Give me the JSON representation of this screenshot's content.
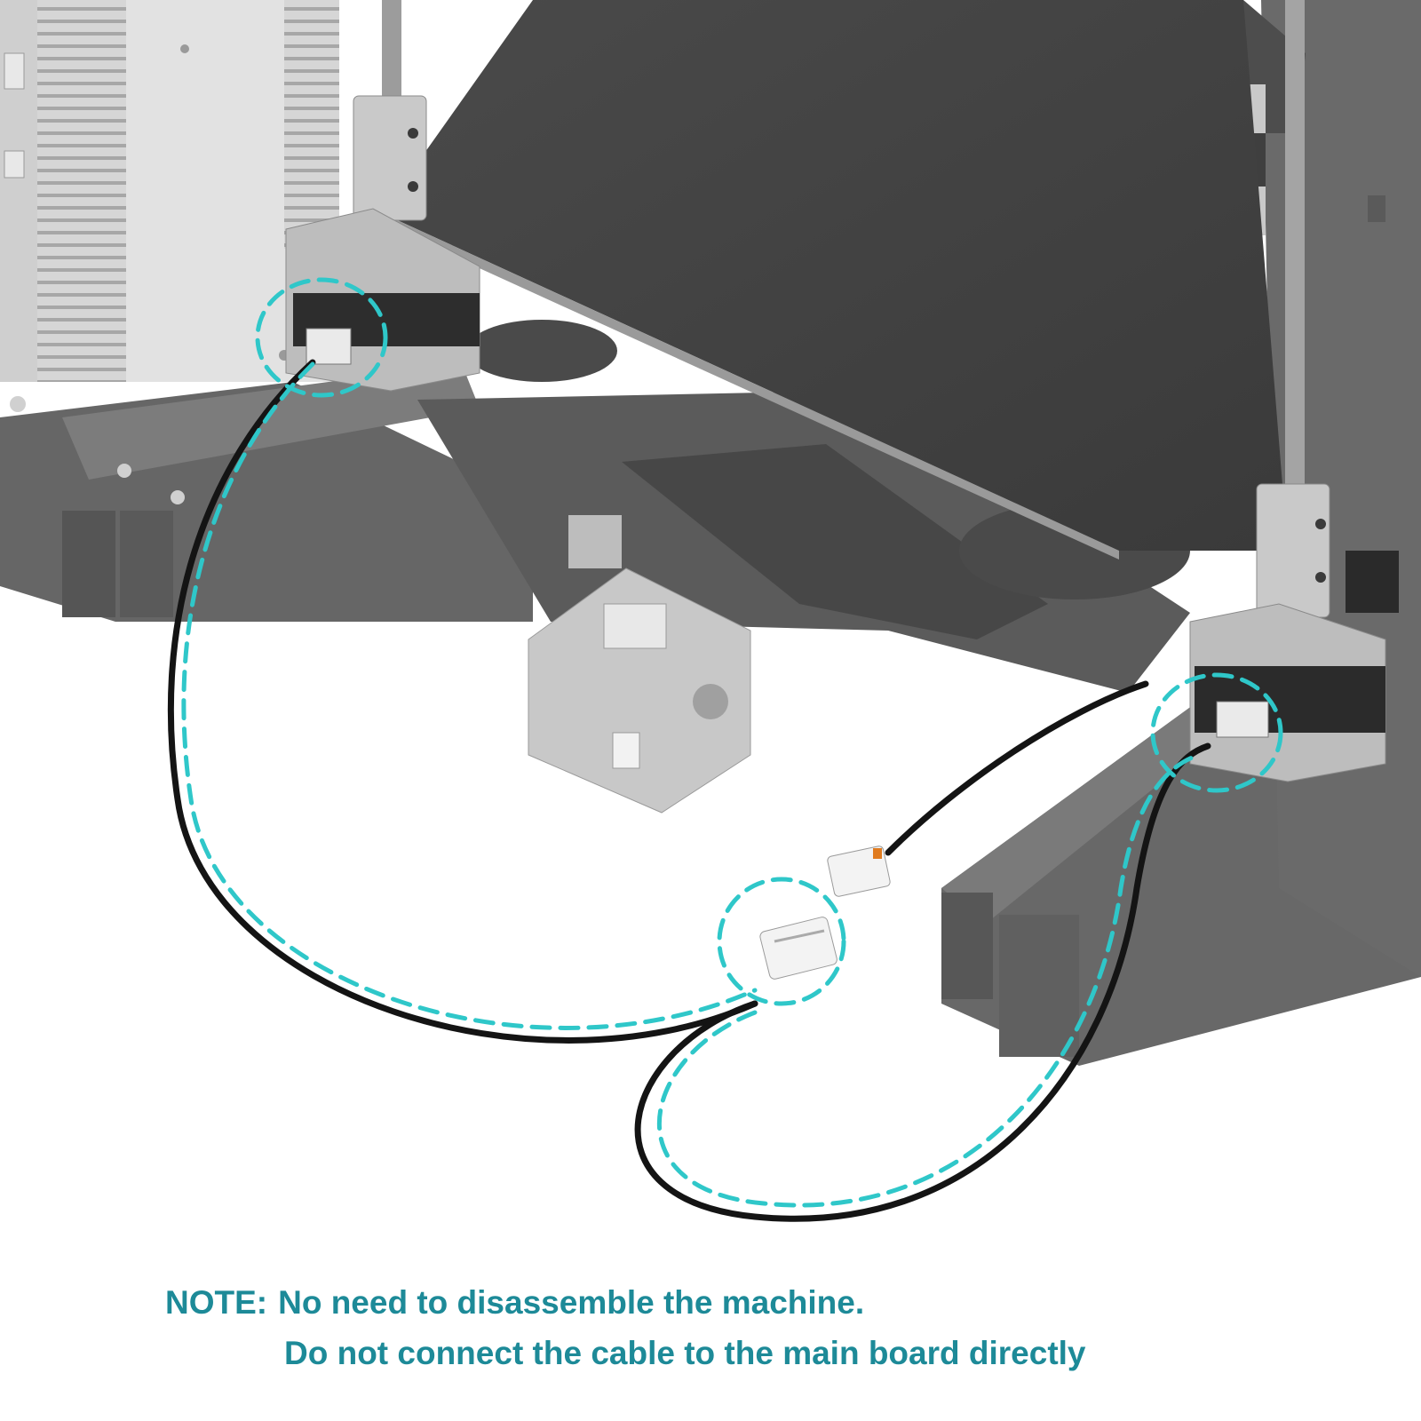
{
  "note": {
    "label": "NOTE:",
    "line1": "No need to disassemble the machine.",
    "line2": "Do not connect the cable to the main board directly"
  },
  "colors": {
    "accent": "#2fc7c9",
    "note_text": "#1d8a98",
    "frame": "#5f5f5f",
    "bed": "#404040",
    "motor": "#bdbdbd",
    "cable": "#141414"
  },
  "icons": {
    "connector": "jst-xh-4pin-connector",
    "motor": "stepper-motor"
  }
}
